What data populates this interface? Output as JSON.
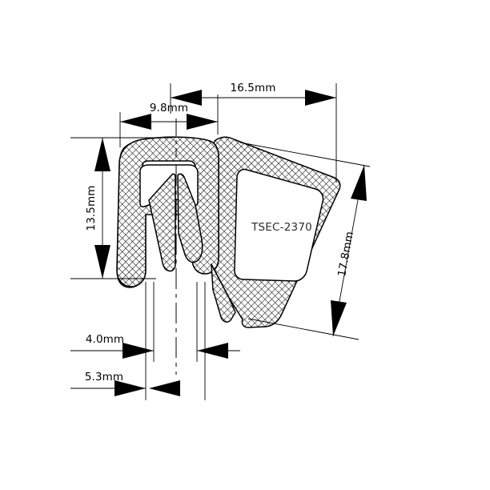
{
  "drawing": {
    "title": "Rubber edge trim seal cross-section technical drawing",
    "part_label": "TSEC-2370",
    "units": "mm",
    "line_color": "#000000",
    "background_color": "#ffffff",
    "hatch_color": "#1a1a1a"
  },
  "dimensions": {
    "overall_width": {
      "label": "16.5mm",
      "value": 16.5,
      "orientation": "horizontal",
      "position": "top-right"
    },
    "channel_width": {
      "label": "9.8mm",
      "value": 9.8,
      "orientation": "horizontal",
      "position": "top-left"
    },
    "channel_height": {
      "label": "13.5mm",
      "value": 13.5,
      "orientation": "vertical-rotated",
      "position": "left"
    },
    "bulb_height": {
      "label": "17.8mm",
      "value": 17.8,
      "orientation": "diagonal-rotated",
      "position": "right"
    },
    "gap_inner": {
      "label": "4.0mm",
      "value": 4.0,
      "orientation": "horizontal",
      "position": "bottom"
    },
    "gap_outer": {
      "label": "5.3mm",
      "value": 5.3,
      "orientation": "horizontal",
      "position": "bottom"
    }
  }
}
